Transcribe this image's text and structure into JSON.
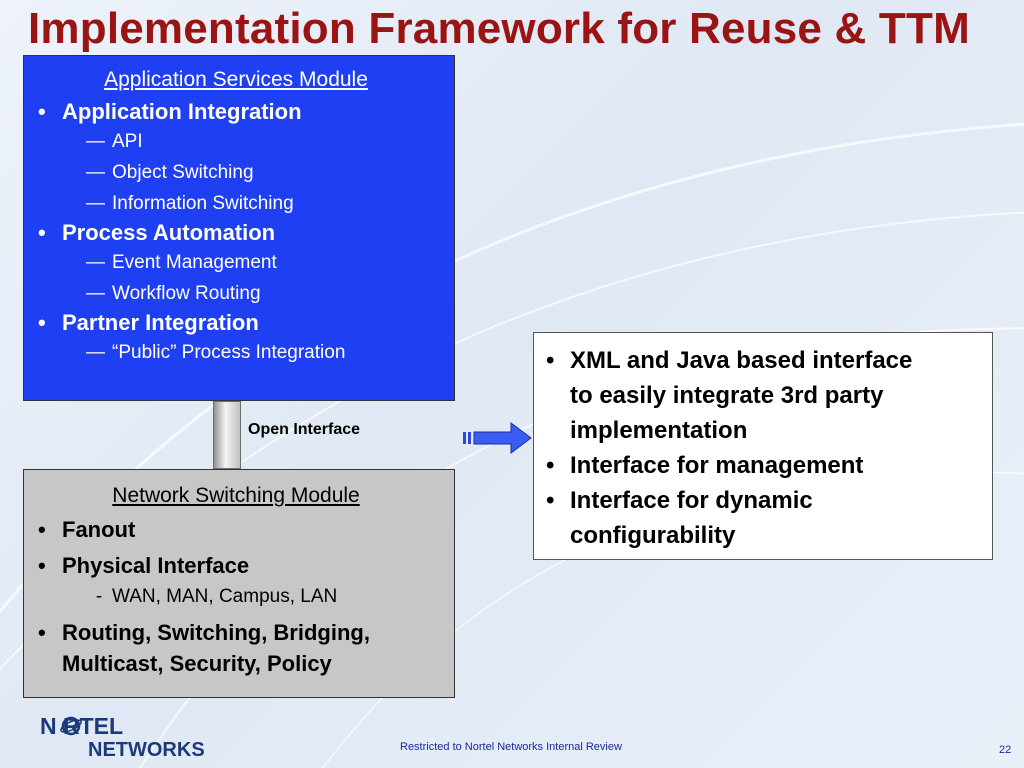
{
  "slide": {
    "title": "Implementation Framework for Reuse & TTM",
    "footer": "Restricted to Nortel Networks Internal Review",
    "page_number": "22"
  },
  "colors": {
    "title": "#9b1414",
    "app_module_bg": "#1f3ff2",
    "network_module_bg": "#c7c7c7",
    "arrow": "#2a44e8"
  },
  "app_module": {
    "heading": "Application Services Module",
    "bullet_mark": "•",
    "sub_mark": "—",
    "groups": [
      {
        "label": "Application Integration",
        "subs": [
          "API",
          "Object Switching",
          "Information Switching"
        ]
      },
      {
        "label": "Process Automation",
        "subs": [
          "Event Management",
          "Workflow Routing"
        ]
      },
      {
        "label": "Partner Integration",
        "subs": [
          "“Public” Process Integration"
        ]
      }
    ]
  },
  "connector": {
    "label": "Open Interface"
  },
  "network_module": {
    "heading": "Network Switching Module",
    "bullet_mark": "•",
    "sub_mark": "-",
    "items": [
      {
        "label": "Fanout"
      },
      {
        "label": "Physical Interface",
        "sub": "WAN, MAN, Campus, LAN"
      },
      {
        "label_line1": "Routing, Switching, Bridging,",
        "label_line2": "Multicast, Security, Policy"
      }
    ]
  },
  "callout": {
    "bullet_mark": "•",
    "items": [
      {
        "lines": [
          "XML and Java based interface",
          "to easily integrate 3rd party",
          "implementation"
        ]
      },
      {
        "lines": [
          "Interface for management"
        ]
      },
      {
        "lines": [
          "Interface for dynamic",
          "configurability"
        ]
      }
    ]
  },
  "logo": {
    "line1": "N RTEL",
    "line2": "NETWORKS",
    "icon": "nortel-globe-icon"
  }
}
